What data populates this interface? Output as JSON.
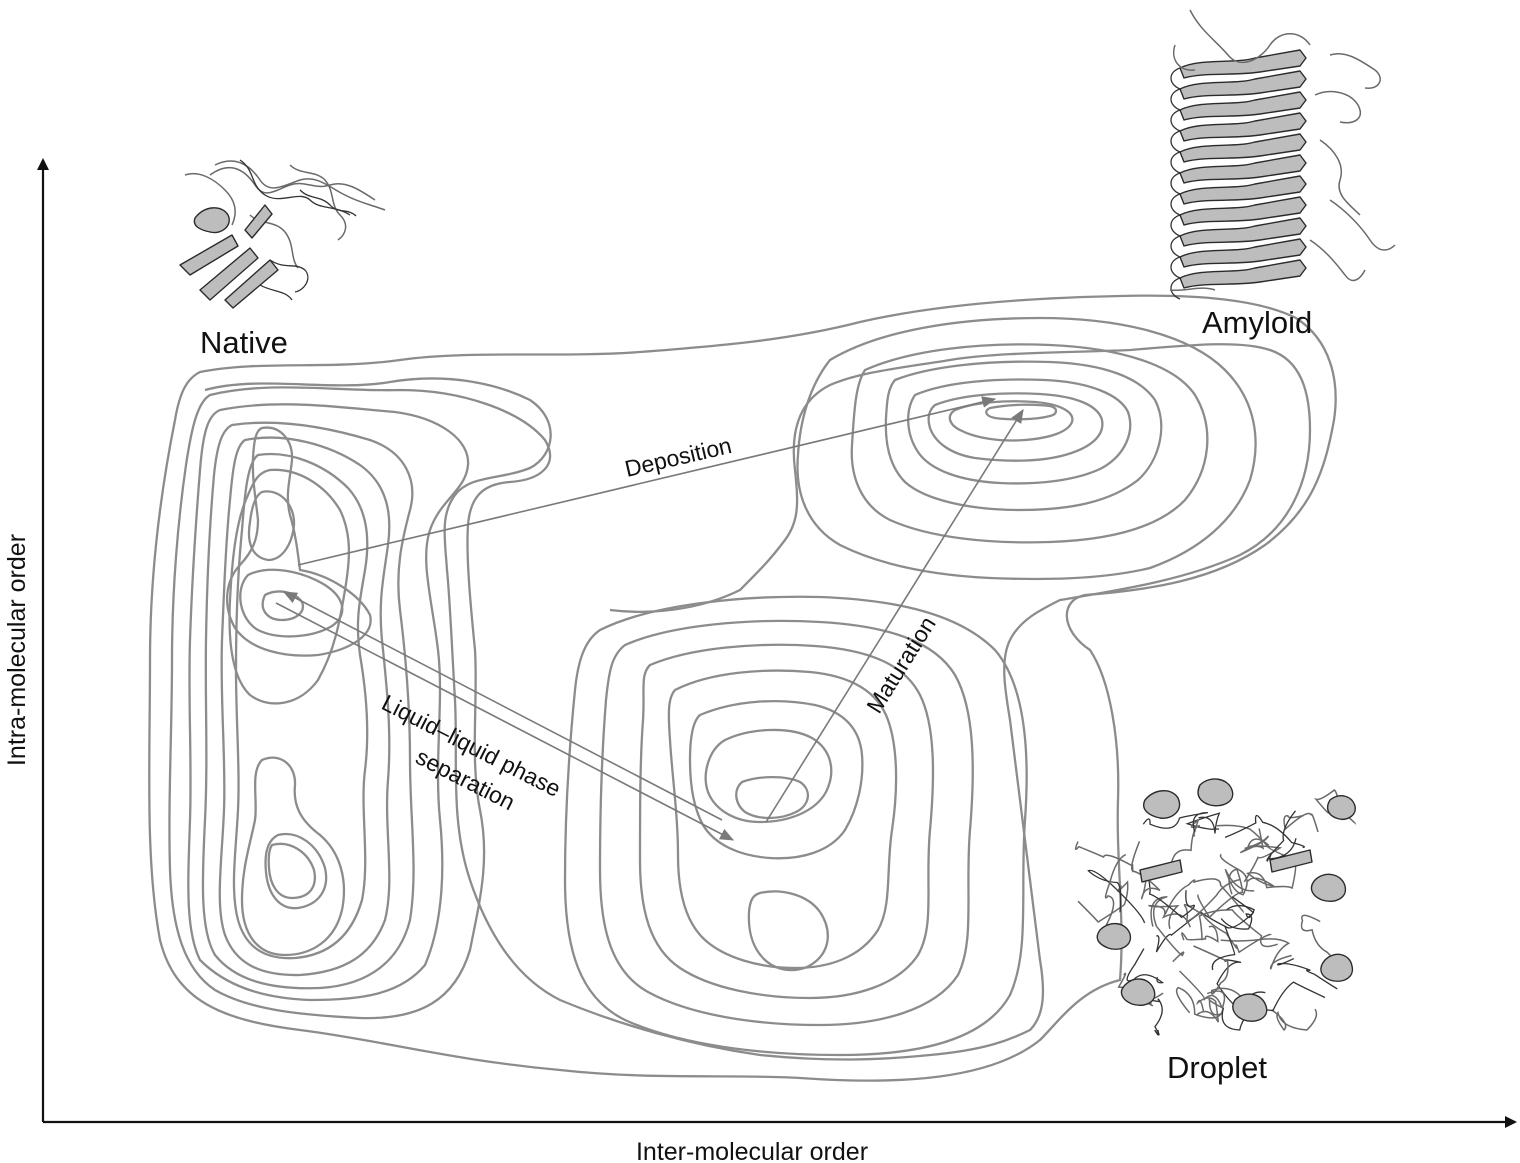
{
  "axes": {
    "x_label": "Inter-molecular order",
    "y_label": "Intra-molecular order"
  },
  "states": {
    "native": "Native",
    "amyloid": "Amyloid",
    "droplet": "Droplet"
  },
  "transitions": {
    "deposition": "Deposition",
    "maturation": "Maturation",
    "llps_line1": "Liquid–liquid phase",
    "llps_line2": "separation"
  },
  "colors": {
    "contour": "#8c8c8c",
    "arrow": "#7a7a7a",
    "text": "#111111"
  }
}
